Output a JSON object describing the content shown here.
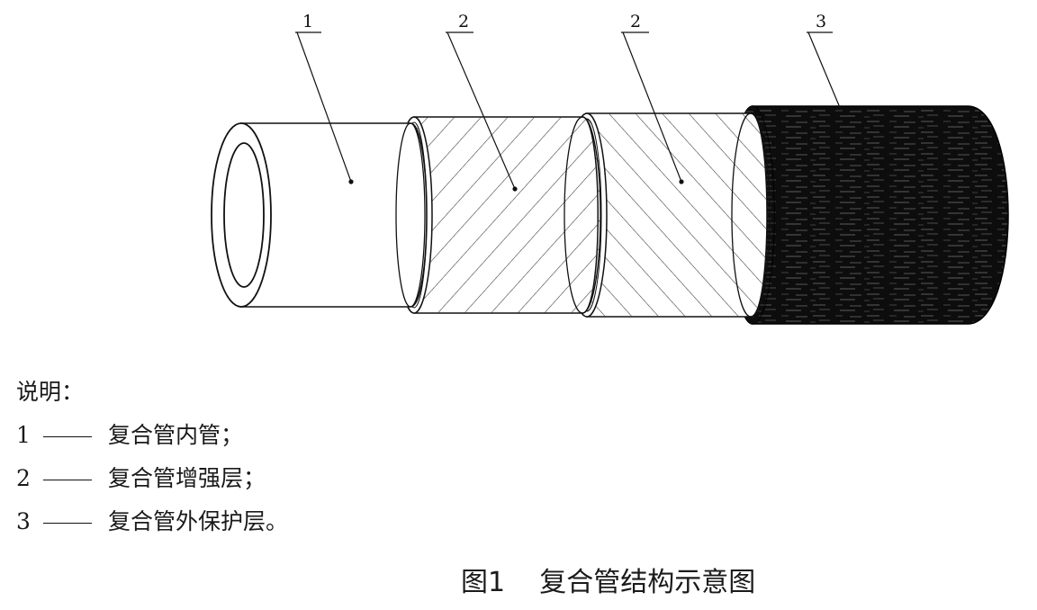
{
  "callouts": [
    {
      "label": "1"
    },
    {
      "label": "2"
    },
    {
      "label": "2"
    },
    {
      "label": "3"
    }
  ],
  "legend": {
    "title": "说明：",
    "items": [
      {
        "num": "1",
        "text": "复合管内管；"
      },
      {
        "num": "2",
        "text": "复合管增强层；"
      },
      {
        "num": "3",
        "text": "复合管外保护层。"
      }
    ]
  },
  "caption": "图1    复合管结构示意图"
}
